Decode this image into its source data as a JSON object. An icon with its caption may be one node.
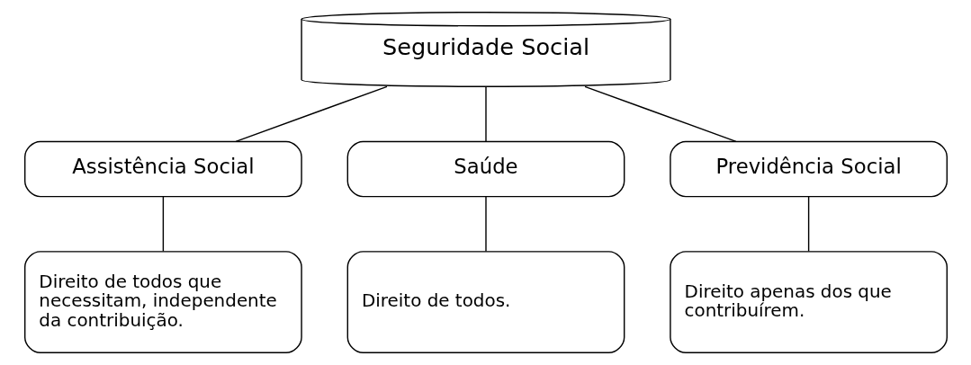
{
  "diagram": {
    "nodes": [
      {
        "text": [
          "Seguridade Social"
        ]
      },
      {
        "text": [
          "Assistência Social"
        ]
      },
      {
        "text": [
          "Saúde"
        ]
      },
      {
        "text": [
          "Previdência Social"
        ]
      },
      {
        "text": [
          "Direito de todos que necessitam, independente da contribuição."
        ]
      },
      {
        "text": [
          "Direito de todos."
        ]
      },
      {
        "text": [
          "Direito apenas dos que contribuírem."
        ]
      }
    ],
    "edges": [
      {
        "from": 0,
        "to": 1,
        "arrow": "none"
      },
      {
        "from": 0,
        "to": 2,
        "arrow": "none"
      },
      {
        "from": 0,
        "to": 3,
        "arrow": "none"
      },
      {
        "from": 1,
        "to": 4,
        "arrow": "none"
      },
      {
        "from": 2,
        "to": 5,
        "arrow": "none"
      },
      {
        "from": 3,
        "to": 6,
        "arrow": "none"
      }
    ]
  }
}
